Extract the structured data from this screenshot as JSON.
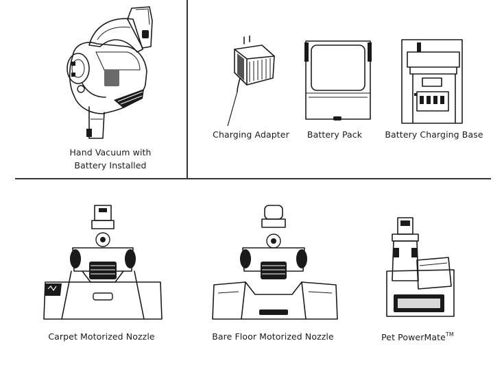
{
  "items": [
    {
      "line1": "Hand Vacuum with",
      "line2": "Battery Installed"
    },
    {
      "label": "Charging Adapter"
    },
    {
      "label": "Battery Pack"
    },
    {
      "label": "Battery Charging Base"
    },
    {
      "label": "Carpet Motorized Nozzle"
    },
    {
      "label": "Bare Floor Motorized Nozzle"
    },
    {
      "label": "Pet PowerMate",
      "mark": "TM"
    }
  ]
}
